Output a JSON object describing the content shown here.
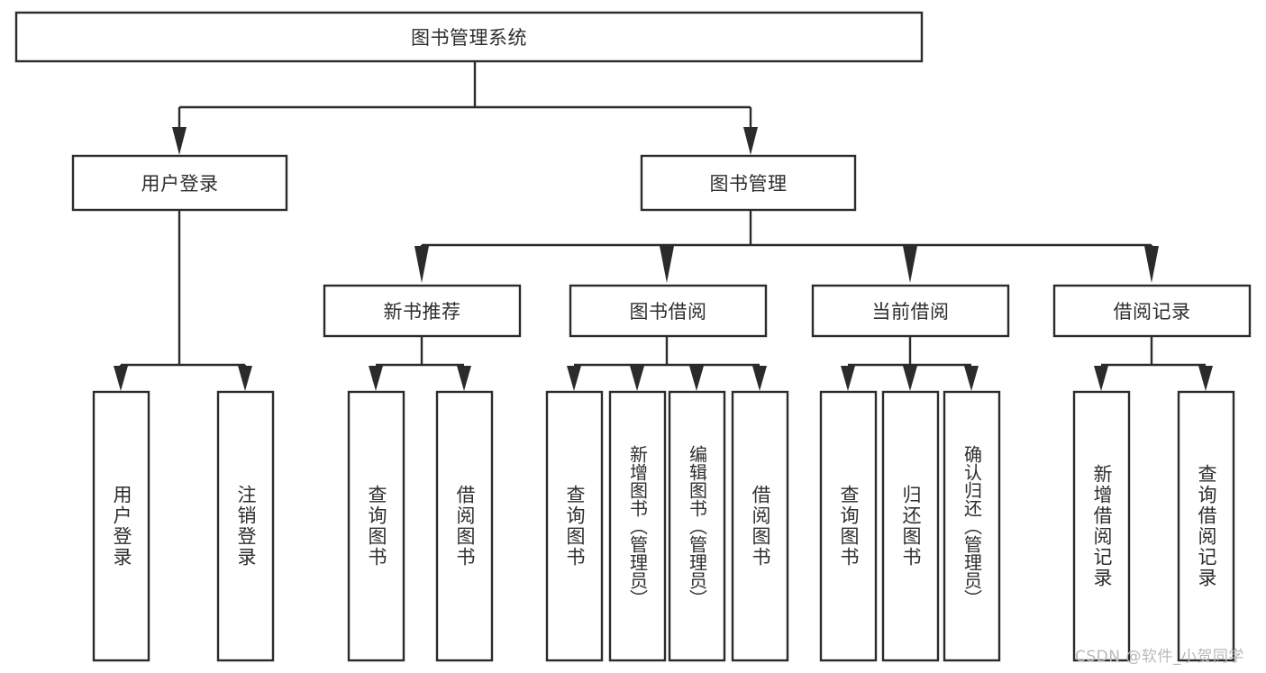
{
  "diagram": {
    "title": "图书管理系统",
    "type": "hierarchy-tree",
    "root": {
      "id": "root",
      "label": "图书管理系统"
    },
    "level1": [
      {
        "id": "user-login",
        "label": "用户登录"
      },
      {
        "id": "book-manage",
        "label": "图书管理"
      }
    ],
    "level2": [
      {
        "id": "new-book-recommend",
        "label": "新书推荐",
        "parent": "book-manage"
      },
      {
        "id": "book-borrow",
        "label": "图书借阅",
        "parent": "book-manage"
      },
      {
        "id": "current-borrow",
        "label": "当前借阅",
        "parent": "book-manage"
      },
      {
        "id": "borrow-record",
        "label": "借阅记录",
        "parent": "book-manage"
      }
    ],
    "leaves": {
      "user_login": [
        {
          "id": "leaf-user-login",
          "label": "用户登录"
        },
        {
          "id": "leaf-user-logout",
          "label": "注销登录"
        }
      ],
      "new_book_recommend": [
        {
          "id": "leaf-query-book-1",
          "label": "查询图书"
        },
        {
          "id": "leaf-borrow-book-1",
          "label": "借阅图书"
        }
      ],
      "book_borrow": [
        {
          "id": "leaf-query-book-2",
          "label": "查询图书"
        },
        {
          "id": "leaf-add-book",
          "label": "新增图书（管理员）"
        },
        {
          "id": "leaf-edit-book",
          "label": "编辑图书（管理员）"
        },
        {
          "id": "leaf-borrow-book-2",
          "label": "借阅图书"
        }
      ],
      "current_borrow": [
        {
          "id": "leaf-query-book-3",
          "label": "查询图书"
        },
        {
          "id": "leaf-return-book",
          "label": "归还图书"
        },
        {
          "id": "leaf-confirm-return",
          "label": "确认归还（管理员）"
        }
      ],
      "borrow_record": [
        {
          "id": "leaf-add-record",
          "label": "新增借阅记录"
        },
        {
          "id": "leaf-query-record",
          "label": "查询借阅记录"
        }
      ]
    }
  },
  "watermark": {
    "text": "CSDN @软件_小贺同学"
  },
  "colors": {
    "stroke": "#2b2b2b",
    "text": "#2e2e2e",
    "background": "#ffffff",
    "watermark": "#b9b9b9"
  }
}
